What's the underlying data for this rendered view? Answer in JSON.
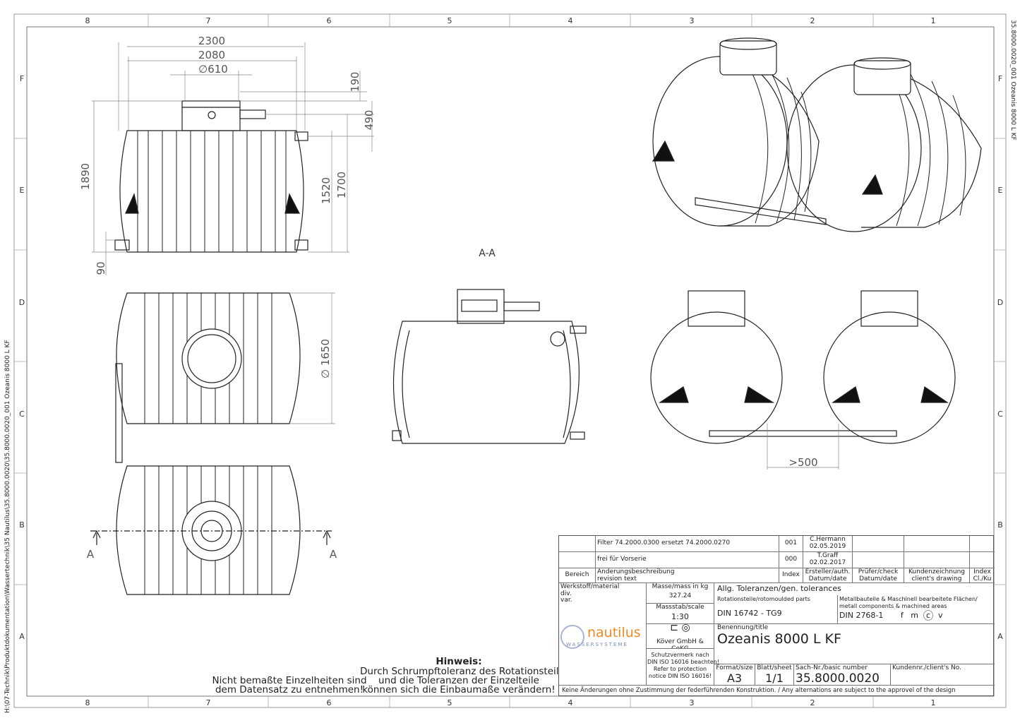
{
  "frame": {
    "columns": [
      "8",
      "7",
      "6",
      "5",
      "4",
      "3",
      "2",
      "1"
    ],
    "rows": [
      "F",
      "E",
      "D",
      "C",
      "B",
      "A"
    ],
    "file_path": "H:\\07-Technik\\Produktdokumentation\\Wassertechnik\\35 Nautilus\\35.8000.0020\\35.8000.0020_001 Ozeanis 8000 L KF",
    "side_label": "35.8000.0020_001 Ozeanis 8000 L KF"
  },
  "dimensions": {
    "width_total": "2300",
    "width_inner": "2080",
    "dome_dia": "∅610",
    "dome_height": "190",
    "inlet_height_offset": "490",
    "height_total": "1890",
    "outlet_height": "1520",
    "inlet_height": "1700",
    "foot": "90",
    "tank_dia": "∅ 1650",
    "spacing": ">500"
  },
  "section": {
    "label": "A-A",
    "marker": "A"
  },
  "notes": {
    "hinweis_title": "Hinweis:",
    "hinweis_lines": [
      "Durch Schrumpftoleranz des Rotationsteils",
      "und die Toleranzen der Einzelteile",
      "können sich die Einbaumaße verändern!"
    ],
    "left_lines": [
      "Nicht bemaßte Einzelheiten sind",
      "dem Datensatz zu entnehmen!"
    ]
  },
  "title_block": {
    "revisions": [
      {
        "text": "Filter 74.2000.0300 ersetzt 74.2000.0270",
        "index": "001",
        "author": "C.Hermann",
        "date": "02.05.2019"
      },
      {
        "text": "frei für Vorserie",
        "index": "000",
        "author": "T.Graff",
        "date": "02.02.2017"
      }
    ],
    "headers": {
      "bereich": "Bereich",
      "rev_text": [
        "Änderungsbeschreibung",
        "revision text"
      ],
      "index": "Index",
      "author": [
        "Ersteller/auth.",
        "Datum/date"
      ],
      "check": [
        "Prüfer/check",
        "Datum/date"
      ],
      "client_drawing": [
        "Kundenzeichnung",
        "client's drawing"
      ],
      "index_cl": [
        "Index",
        "Cl./Ku"
      ]
    },
    "material_label": "Werkstoff/material",
    "material_values": [
      "div.",
      "var."
    ],
    "mass_label": "Masse/mass in kg",
    "mass": "327.24",
    "scale_label": "Massstab/scale",
    "scale": "1:30",
    "tolerances_label": "Allg. Toleranzen/gen. tolerances",
    "roto_label": "Rotationsteile/rotomoulded parts",
    "roto_value": "DIN 16742 - TG9",
    "metal_label": [
      "Metallbauteile & Maschinell bearbeitete Flächen/",
      "metall components & machined areas"
    ],
    "metal_value": "DIN 2768-1",
    "tol_classes": [
      "f",
      "m",
      "c",
      "v"
    ],
    "logo_name": "nautilus",
    "logo_sub": "WASSERSYSTEME",
    "company": "Köver GmbH & CoKG",
    "protection": [
      "Schutzvermerk nach",
      "DIN ISO 16016 beachten!",
      "Refer to protection",
      "notice DIN ISO 16016!"
    ],
    "title_label": "Benennung/title",
    "title": "Ozeanis 8000 L KF",
    "format_label": "Format/size",
    "format": "A3",
    "sheet_label": "Blatt/sheet",
    "sheet": "1/1",
    "number_label": "Sach-Nr./basic number",
    "number": "35.8000.0020",
    "client_no_label": "Kundennr./client's No.",
    "footer": "Keine Änderungen ohne Zustimmung der federführenden Konstruktion. / Any alternations are subject to the approvel of the design department."
  }
}
